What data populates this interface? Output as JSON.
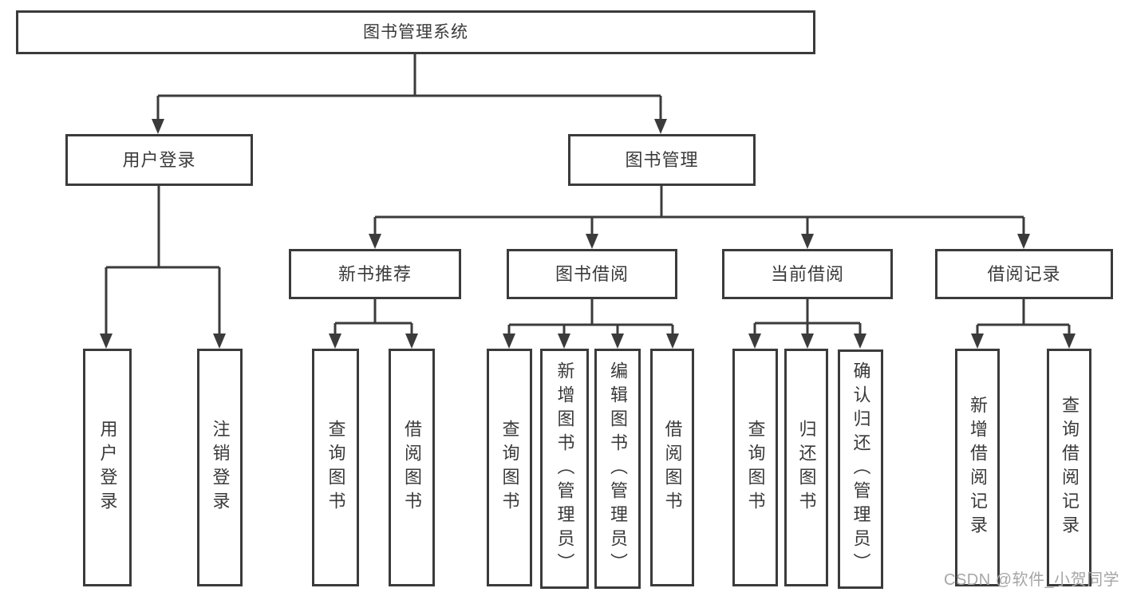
{
  "diagram_type": "hierarchy-tree",
  "watermark": "CSDN @软件_小贺同学",
  "colors": {
    "line": "#3b3b3b",
    "box_border": "#3b3b3b",
    "box_background": "#ffffff",
    "text": "#3a3a3a",
    "watermark": "#a6a6a6",
    "page_background": "#ffffff"
  },
  "nodes": {
    "root": {
      "label": "图书管理系统"
    },
    "user_login": {
      "label": "用户登录"
    },
    "book_management": {
      "label": "图书管理"
    },
    "new_book_recommend": {
      "label": "新书推荐"
    },
    "book_borrowing": {
      "label": "图书借阅"
    },
    "current_borrowing": {
      "label": "当前借阅"
    },
    "borrowing_records": {
      "label": "借阅记录"
    },
    "login": {
      "label": "用户登录"
    },
    "logout": {
      "label": "注销登录"
    },
    "recommend_query_books": {
      "label": "查询图书"
    },
    "recommend_borrow_books": {
      "label": "借阅图书"
    },
    "borrow_query_books": {
      "label": "查询图书"
    },
    "borrow_add_books": {
      "label": "新增图书（管理员）"
    },
    "borrow_edit_books": {
      "label": "编辑图书（管理员）"
    },
    "borrow_borrow_books": {
      "label": "借阅图书"
    },
    "current_query_books": {
      "label": "查询图书"
    },
    "current_return_books": {
      "label": "归还图书"
    },
    "current_confirm_return": {
      "label": "确认归还（管理员）"
    },
    "records_add_record": {
      "label": "新增借阅记录"
    },
    "records_query_record": {
      "label": "查询借阅记录"
    }
  },
  "hierarchy": {
    "root": [
      "user_login",
      "book_management"
    ],
    "user_login": [
      "login",
      "logout"
    ],
    "book_management": [
      "new_book_recommend",
      "book_borrowing",
      "current_borrowing",
      "borrowing_records"
    ],
    "new_book_recommend": [
      "recommend_query_books",
      "recommend_borrow_books"
    ],
    "book_borrowing": [
      "borrow_query_books",
      "borrow_add_books",
      "borrow_edit_books",
      "borrow_borrow_books"
    ],
    "current_borrowing": [
      "current_query_books",
      "current_return_books",
      "current_confirm_return"
    ],
    "borrowing_records": [
      "records_add_record",
      "records_query_record"
    ]
  }
}
